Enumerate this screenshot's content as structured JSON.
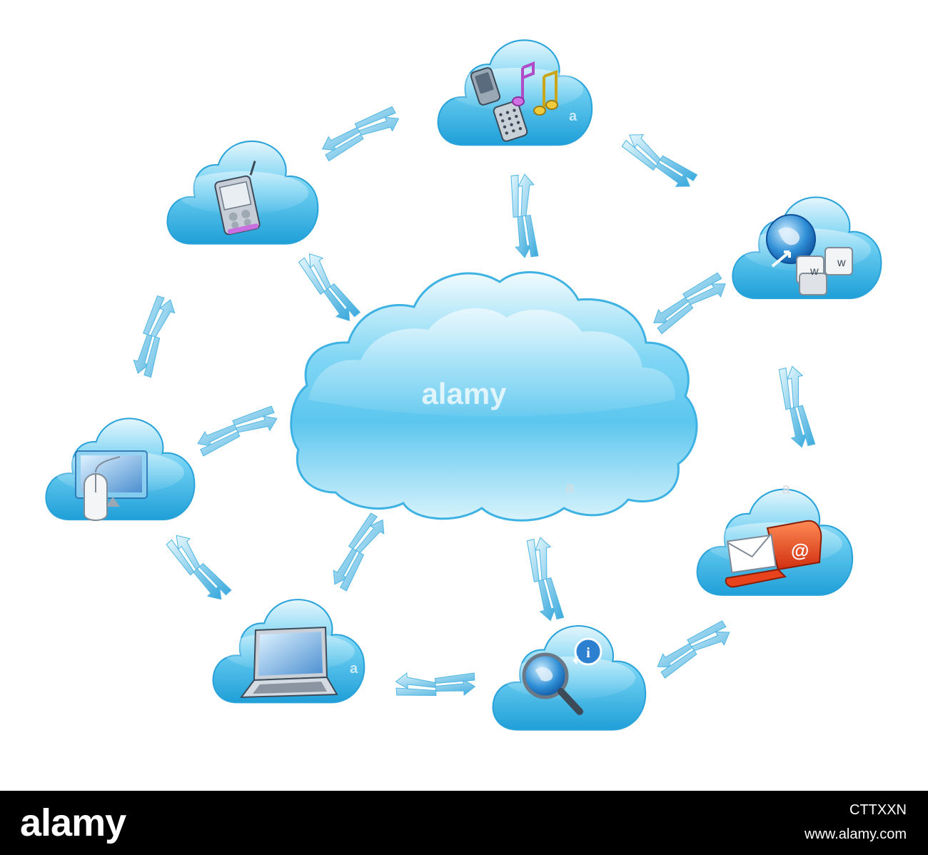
{
  "watermark": {
    "brand": "alamy",
    "mark": "a"
  },
  "footer": {
    "logo": "alamy",
    "image_id": "CTTXXN",
    "url": "www.alamy.com"
  },
  "colors": {
    "cloud_light": "#e4f6fd",
    "cloud_mid": "#6fd0f2",
    "cloud_dark": "#1f9fd8",
    "arrow_light": "#d6f1fb",
    "arrow_dark": "#3aa9dc",
    "mailbox": "#e8431c"
  },
  "nodes": [
    {
      "name": "center-cloud"
    },
    {
      "name": "phone-music-cloud",
      "icons": [
        "mobile-phone-icon",
        "music-notes-icon"
      ]
    },
    {
      "name": "pda-cloud",
      "icons": [
        "pda-icon"
      ]
    },
    {
      "name": "web-cloud",
      "icons": [
        "globe-icon",
        "www-keys-icon"
      ]
    },
    {
      "name": "desktop-cloud",
      "icons": [
        "monitor-icon",
        "mouse-icon"
      ]
    },
    {
      "name": "mail-cloud",
      "icons": [
        "envelope-icon",
        "mailbox-icon"
      ]
    },
    {
      "name": "laptop-cloud",
      "icons": [
        "laptop-icon"
      ]
    },
    {
      "name": "search-info-cloud",
      "icons": [
        "magnifier-globe-icon",
        "info-icon"
      ]
    }
  ]
}
